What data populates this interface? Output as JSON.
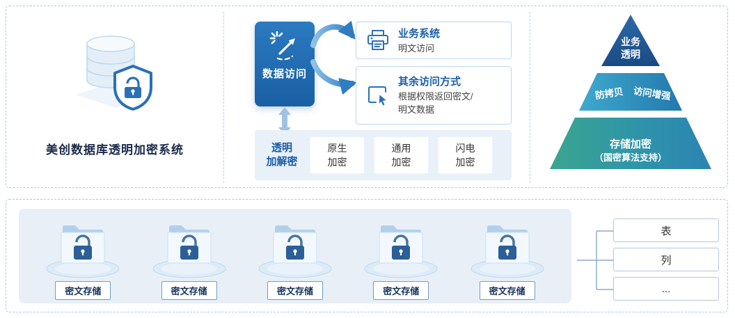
{
  "left_panel": {
    "title": "美创数据库透明加密系统"
  },
  "flow_panel": {
    "data_access_label": "数据访问",
    "business_box": {
      "title": "业务系统",
      "subtitle": "明文访问"
    },
    "other_box": {
      "title": "其余访问方式",
      "subtitle": "根据权限返回密文/明文数据"
    },
    "transparent_label_lines": [
      "透明",
      "加解密"
    ],
    "encryption_modes": [
      "原生加密",
      "通用加密",
      "闪电加密"
    ]
  },
  "pyramid_panel": {
    "top_lines": [
      "业务",
      "透明"
    ],
    "mid_left_label": "防拷贝",
    "mid_right_label": "访问增强",
    "bottom_title": "存储加密",
    "bottom_subtitle": "（国密算法支持）"
  },
  "storage_panel": {
    "folders": [
      "密文存储",
      "密文存储",
      "密文存储",
      "密文存储",
      "密文存储"
    ],
    "granularity": [
      "表",
      "列",
      "..."
    ]
  },
  "colors": {
    "accent_blue": "#2a6fb5",
    "dark_text": "#1b2a4a",
    "light_panel": "#e8f0f8",
    "dashed_border": "#a6c9ec"
  }
}
